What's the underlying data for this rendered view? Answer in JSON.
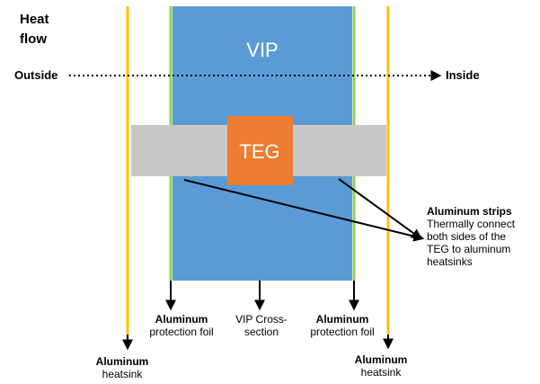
{
  "heat_flow": {
    "line1": "Heat",
    "line2": "flow"
  },
  "direction": {
    "outside": "Outside",
    "inside": "Inside"
  },
  "vip_label": "VIP",
  "teg_label": "TEG",
  "strips_callout": {
    "title": "Aluminum strips",
    "line1": "Thermally connect",
    "line2": "both sides of the",
    "line3": "TEG to aluminum",
    "line4": "heatsinks"
  },
  "foil_left": {
    "bold": "Aluminum",
    "normal": "protection foil"
  },
  "vip_cross": {
    "line1": "VIP Cross-",
    "line2": "section"
  },
  "foil_right": {
    "bold": "Aluminum",
    "normal": "protection foil"
  },
  "heatsink_left": {
    "bold": "Aluminum",
    "normal": "heatsink"
  },
  "heatsink_right": {
    "bold": "Aluminum",
    "normal": "heatsink"
  },
  "colors": {
    "vip_fill": "#5b9bd5",
    "foil_green": "#92d050",
    "heatsink_yellow": "#ffc000",
    "strip_gray": "#c8c8c8",
    "teg_orange": "#ed7d31"
  }
}
